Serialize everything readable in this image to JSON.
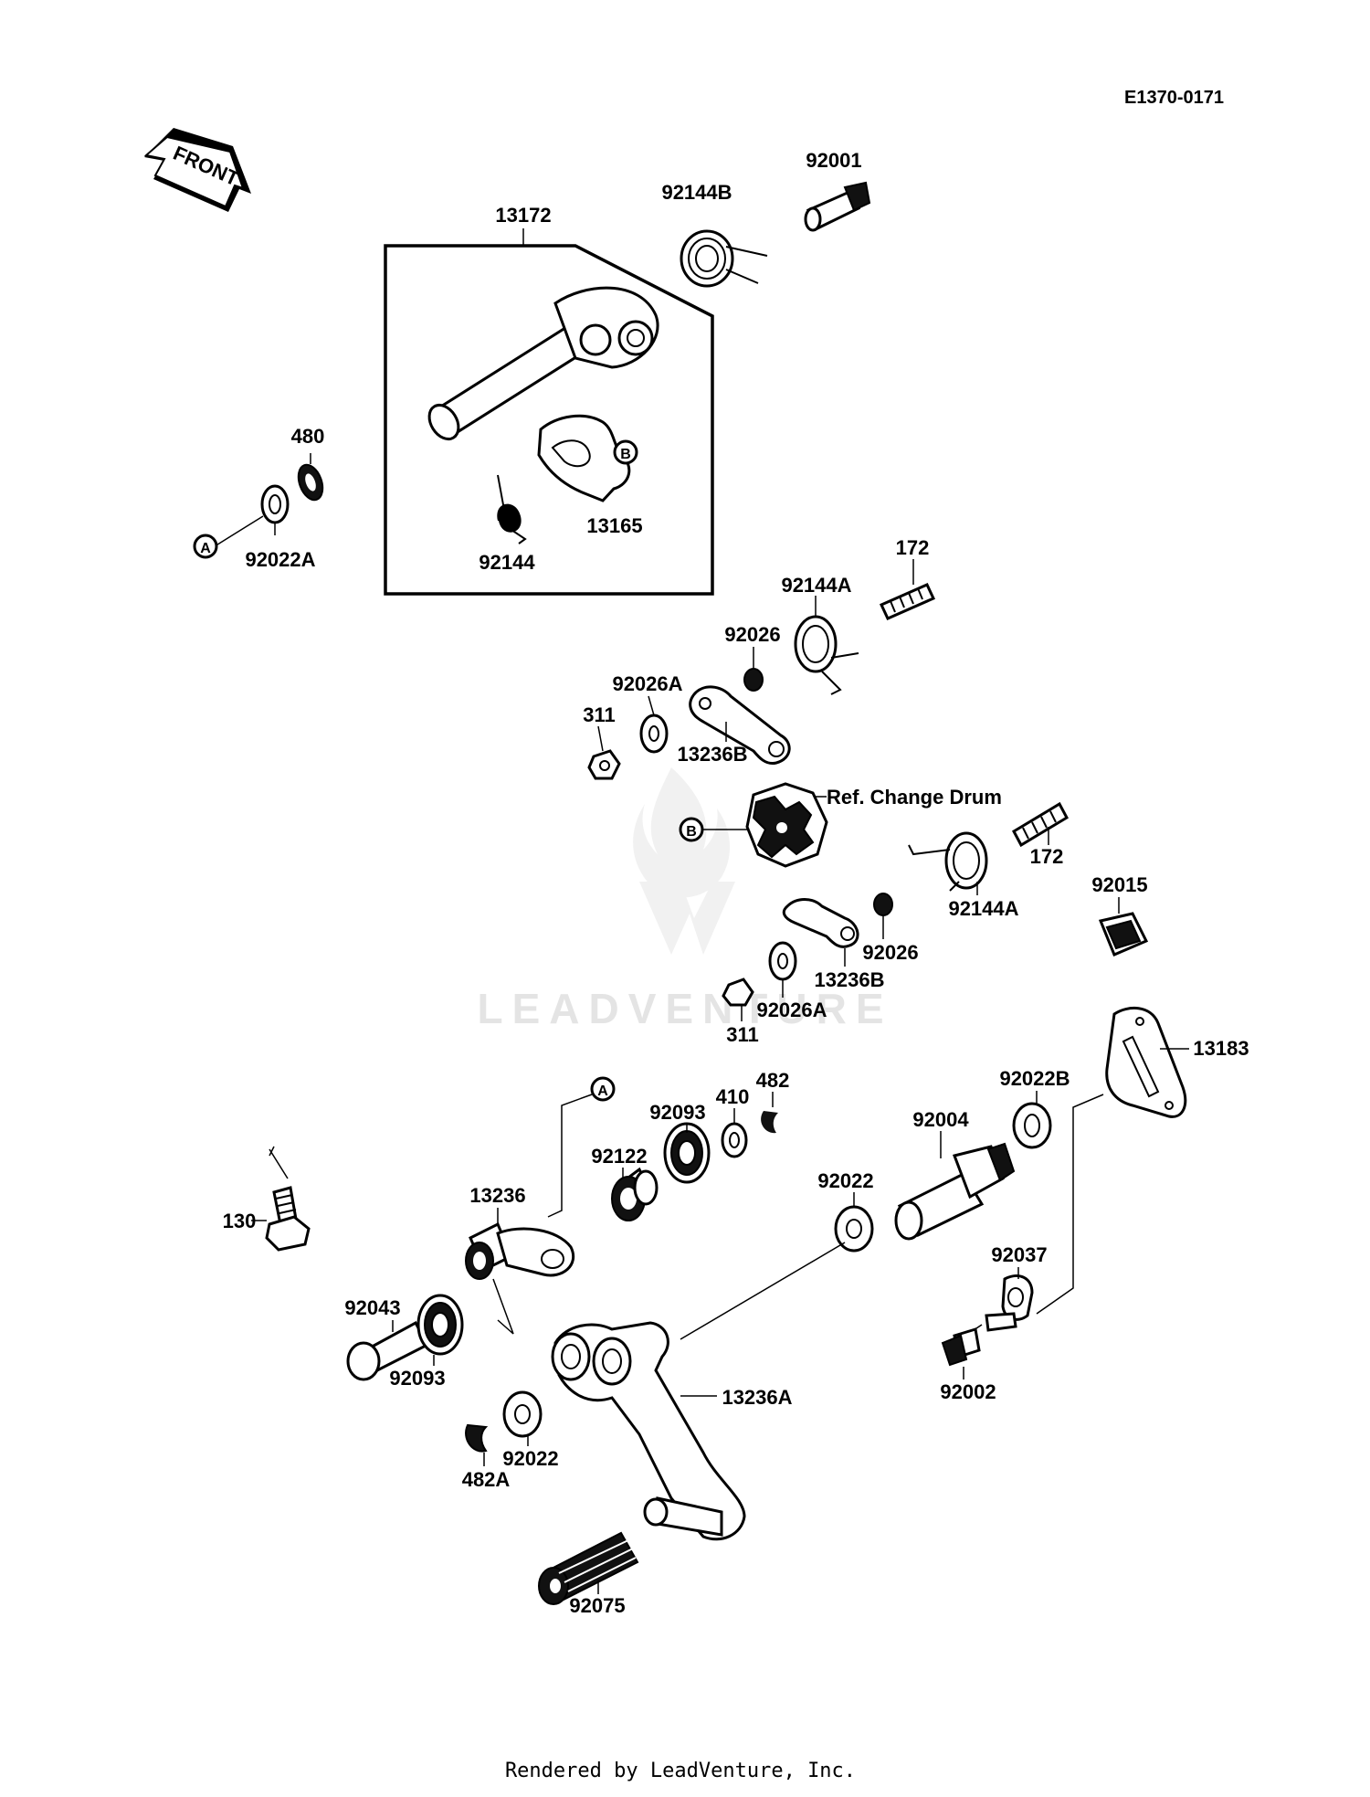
{
  "diagram": {
    "code": "E1370-0171",
    "front_label": "FRONT",
    "reference_note": "Ref. Change Drum",
    "footer": "Rendered by LeadVenture, Inc.",
    "watermark": "LEADVENTURE",
    "markers": [
      "A",
      "B"
    ],
    "parts": [
      {
        "id": "p92001",
        "label": "92001"
      },
      {
        "id": "p92144B",
        "label": "92144B"
      },
      {
        "id": "p13172",
        "label": "13172"
      },
      {
        "id": "p480",
        "label": "480"
      },
      {
        "id": "p92022A",
        "label": "92022A"
      },
      {
        "id": "p92144",
        "label": "92144"
      },
      {
        "id": "p13165",
        "label": "13165"
      },
      {
        "id": "p172a",
        "label": "172"
      },
      {
        "id": "p92144A_a",
        "label": "92144A"
      },
      {
        "id": "p92026_a",
        "label": "92026"
      },
      {
        "id": "p92026A_a",
        "label": "92026A"
      },
      {
        "id": "p311_a",
        "label": "311"
      },
      {
        "id": "p13236B_a",
        "label": "13236B"
      },
      {
        "id": "p172b",
        "label": "172"
      },
      {
        "id": "p92144A_b",
        "label": "92144A"
      },
      {
        "id": "p92015",
        "label": "92015"
      },
      {
        "id": "p92026_b",
        "label": "92026"
      },
      {
        "id": "p13236B_b",
        "label": "13236B"
      },
      {
        "id": "p92026A_b",
        "label": "92026A"
      },
      {
        "id": "p311_b",
        "label": "311"
      },
      {
        "id": "p13183",
        "label": "13183"
      },
      {
        "id": "p482",
        "label": "482"
      },
      {
        "id": "p410",
        "label": "410"
      },
      {
        "id": "p92093_a",
        "label": "92093"
      },
      {
        "id": "p92122",
        "label": "92122"
      },
      {
        "id": "p92022B",
        "label": "92022B"
      },
      {
        "id": "p92004",
        "label": "92004"
      },
      {
        "id": "p92022_a",
        "label": "92022"
      },
      {
        "id": "p13236",
        "label": "13236"
      },
      {
        "id": "p130",
        "label": "130"
      },
      {
        "id": "p92037",
        "label": "92037"
      },
      {
        "id": "p92043",
        "label": "92043"
      },
      {
        "id": "p92093_b",
        "label": "92093"
      },
      {
        "id": "p13236A",
        "label": "13236A"
      },
      {
        "id": "p92002",
        "label": "92002"
      },
      {
        "id": "p92022_b",
        "label": "92022"
      },
      {
        "id": "p482A",
        "label": "482A"
      },
      {
        "id": "p92075",
        "label": "92075"
      }
    ]
  }
}
